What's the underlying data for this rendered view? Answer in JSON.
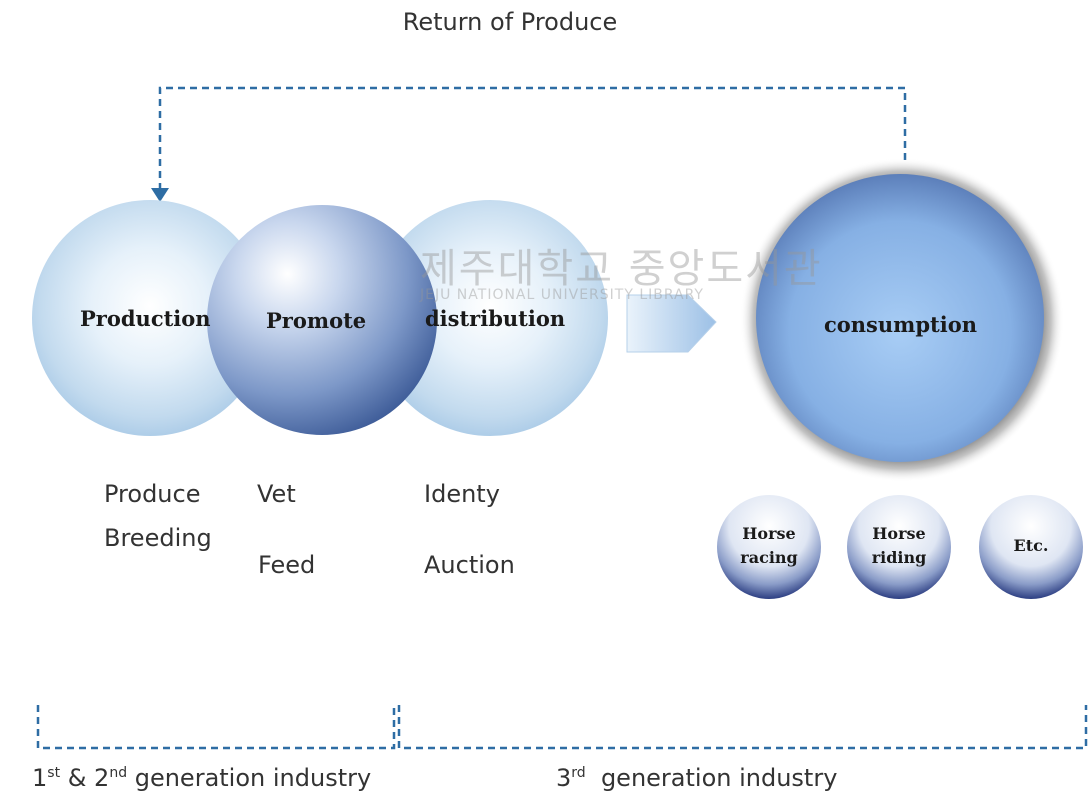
{
  "title": "Return of Produce",
  "circles": {
    "production": "Production",
    "promote": "Promote",
    "distribution": "distribution",
    "consumption": "consumption"
  },
  "details": {
    "production": [
      "Produce",
      "Breeding"
    ],
    "promote": [
      "Vet",
      "Feed"
    ],
    "distribution": [
      "Identy",
      "Auction"
    ]
  },
  "consumption_types": [
    {
      "line1": "Horse",
      "line2": "racing"
    },
    {
      "line1": "Horse",
      "line2": "riding"
    },
    {
      "line1": "Etc.",
      "line2": ""
    }
  ],
  "watermark": {
    "main": "제주대학교 중앙도서관",
    "sub": "JEJU NATIONAL UNIVERSITY LIBRARY"
  },
  "generations": {
    "first_prefix": "1",
    "first_sup1": "st",
    "first_mid": " & 2",
    "first_sup2": "nd",
    "first_suffix": " generation industry",
    "third_prefix": "3",
    "third_sup": "rd",
    "third_suffix": "  generation industry"
  },
  "colors": {
    "dashed_line": "#2e6da4",
    "light_sphere": "#cfe3f3",
    "dark_sphere": "#5a7bb5",
    "consumption_sphere": "#8fb5e6"
  }
}
